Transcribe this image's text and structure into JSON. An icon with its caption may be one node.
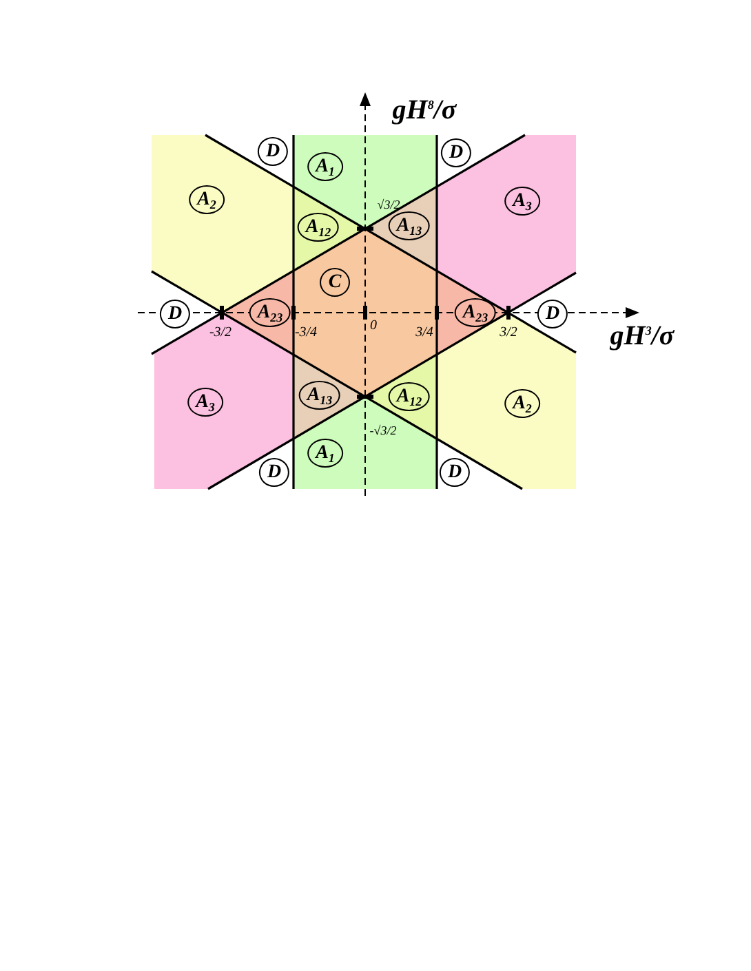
{
  "diagram": {
    "nodes": [
      {
        "text": [
          "D"
        ]
      },
      {
        "text": [
          "D"
        ]
      },
      {
        "text": [
          "A$_{1}$"
        ]
      },
      {
        "text": [
          "A$_{2}$"
        ]
      },
      {
        "text": [
          "A$_{3}$"
        ]
      },
      {
        "text": [
          "A$_{13}$"
        ]
      },
      {
        "text": [
          "A$_{12}$"
        ]
      },
      {
        "text": [
          "C"
        ]
      },
      {
        "text": [
          "D"
        ]
      },
      {
        "text": [
          "A$_{23}$"
        ]
      },
      {
        "text": [
          "A$_{23}$"
        ]
      },
      {
        "text": [
          "D"
        ]
      },
      {
        "text": [
          "A$_{13}$"
        ]
      },
      {
        "text": [
          "A$_{12}$"
        ]
      },
      {
        "text": [
          "A$_{3}$"
        ]
      },
      {
        "text": [
          "A$_{2}$"
        ]
      },
      {
        "text": [
          "A$_{1}$"
        ]
      },
      {
        "text": [
          "D"
        ]
      },
      {
        "text": [
          "D"
        ]
      }
    ],
    "labels": [
      "gH$^{8}$/σ",
      "√3/2",
      "-3/2",
      "-3/4",
      "0",
      "3/4",
      "3/2",
      "gH$^{3}$/σ",
      "-√3/2"
    ]
  }
}
